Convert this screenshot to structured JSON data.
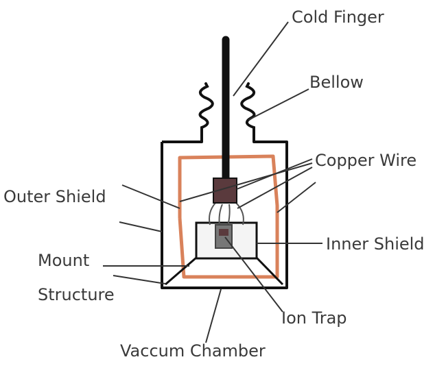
{
  "labels": {
    "cold_finger": "Cold Finger",
    "bellow": "Bellow",
    "copper_wire": "Copper Wire",
    "outer_shield": "Outer Shield",
    "inner_shield": "Inner Shield",
    "mount_line1": "Mount",
    "mount_line2": "Structure",
    "ion_trap": "Ion Trap",
    "vaccum_chamber": "Vaccum Chamber"
  },
  "colors": {
    "ink": "#111111",
    "label": "#3a3a3a",
    "shield": "#d9825b",
    "mount_block": "#5a3a3d",
    "trap": "#777777",
    "inner_fill": "#f4f4f4"
  }
}
